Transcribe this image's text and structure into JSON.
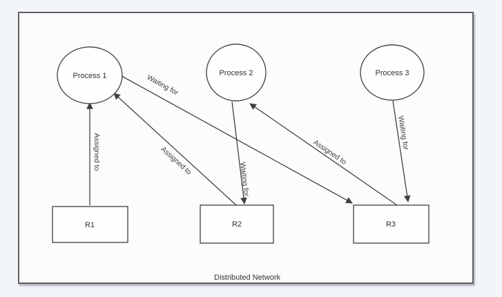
{
  "diagram": {
    "caption": "Distributed Network",
    "nodes": {
      "process1": {
        "label": "Process 1",
        "type": "process"
      },
      "process2": {
        "label": "Process 2",
        "type": "process"
      },
      "process3": {
        "label": "Process 3",
        "type": "process"
      },
      "r1": {
        "label": "R1",
        "type": "resource"
      },
      "r2": {
        "label": "R2",
        "type": "resource"
      },
      "r3": {
        "label": "R3",
        "type": "resource"
      }
    },
    "edges": [
      {
        "from": "R1",
        "to": "Process 1",
        "label": "Assigned to"
      },
      {
        "from": "R2",
        "to": "Process 1",
        "label": "Assigned to"
      },
      {
        "from": "Process 1",
        "to": "R3",
        "label": "Waiting for"
      },
      {
        "from": "Process 2",
        "to": "R2",
        "label": "Waiting for"
      },
      {
        "from": "R3",
        "to": "Process 2",
        "label": "Assigned to"
      },
      {
        "from": "Process 3",
        "to": "R3",
        "label": "Waiting for"
      }
    ],
    "colors": {
      "line": "#404040",
      "node_border": "#4a4a4a",
      "node_fill": "#fefefe",
      "canvas_fill": "#fcfcfd",
      "canvas_border": "#5e5e60",
      "page_background": "#f2f5fa",
      "text": "#2e2e2e"
    }
  }
}
